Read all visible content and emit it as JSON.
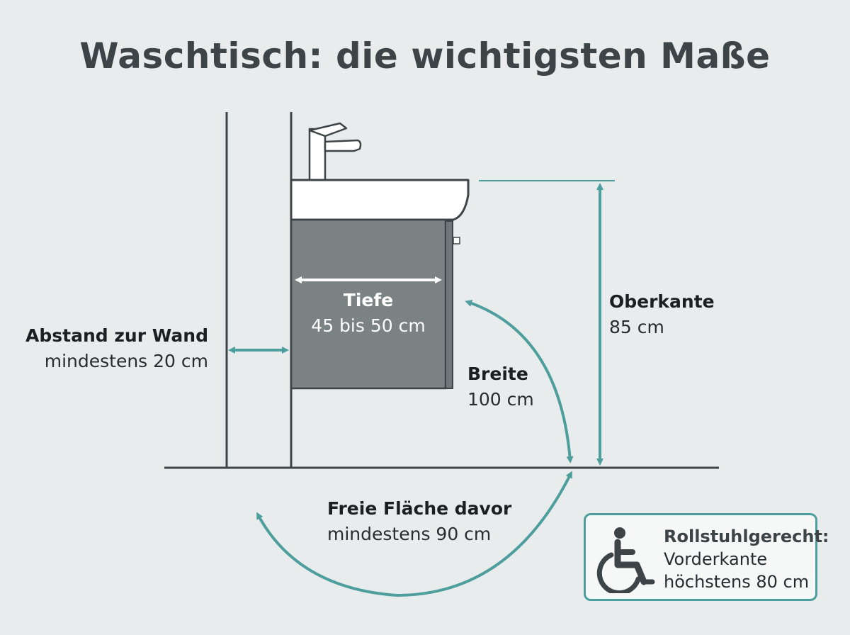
{
  "title": "Waschtisch: die wichtigsten Maße",
  "measurements": {
    "tiefe": {
      "label": "Tiefe",
      "value": "45 bis 50 cm"
    },
    "wand": {
      "label": "Abstand zur Wand",
      "value": "mindestens 20 cm"
    },
    "breite": {
      "label": "Breite",
      "value": "100 cm"
    },
    "oberkante": {
      "label": "Oberkante",
      "value": "85 cm"
    },
    "flaeche": {
      "label": "Freie Fläche davor",
      "value": "mindestens 90 cm"
    }
  },
  "wheelchair": {
    "icon": "wheelchair-icon",
    "heading": "Rollstuhlgerecht:",
    "line1": "Vorderkante",
    "line2": "höchstens 80 cm"
  },
  "colors": {
    "accent": "#4d9e9c",
    "cabinet": "#7a8284",
    "line": "#3d4448",
    "background": "#e8eced"
  }
}
